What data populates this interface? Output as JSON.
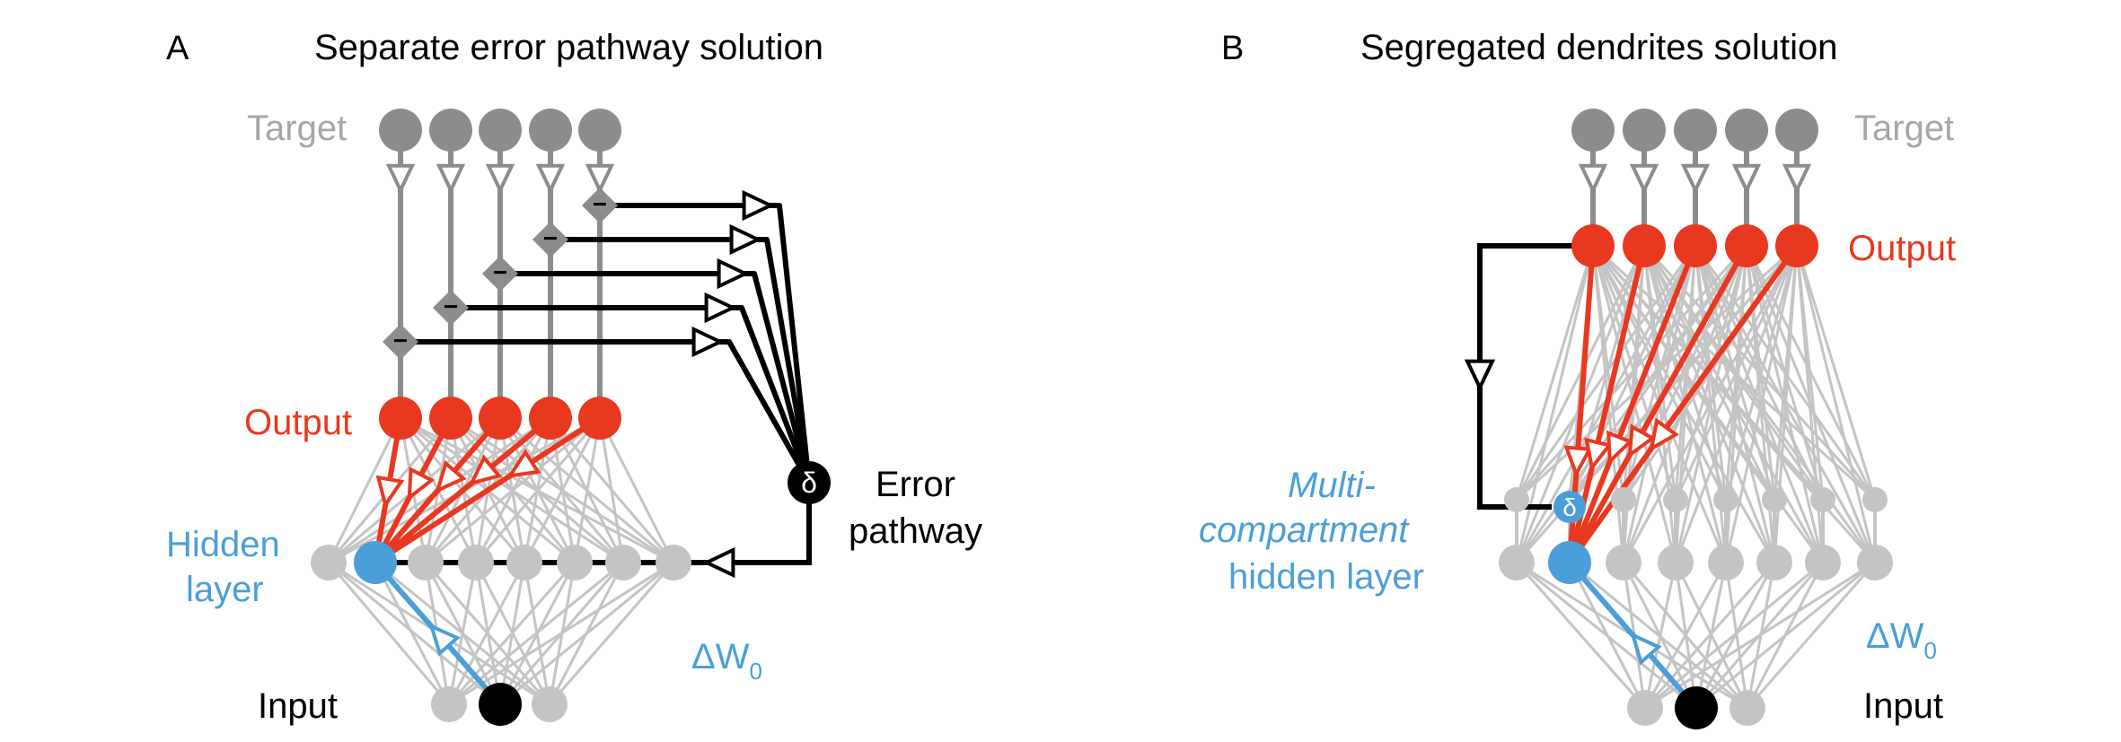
{
  "panel_a": {
    "letter": "A",
    "title": "Separate error pathway solution",
    "target": "Target",
    "output": "Output",
    "hidden_line1": "Hidden",
    "hidden_line2": "layer",
    "input": "Input",
    "delta_w": "ΔW",
    "delta_w_sub": "0",
    "error_line1": "Error",
    "error_line2": "pathway",
    "minus": "−",
    "delta": "δ"
  },
  "panel_b": {
    "letter": "B",
    "title": "Segregated dendrites solution",
    "target": "Target",
    "output": "Output",
    "hidden_line1": "Multi-",
    "hidden_line2": "compartment",
    "hidden_line3": "hidden layer",
    "input": "Input",
    "delta_w": "ΔW",
    "delta_w_sub": "0",
    "delta": "δ"
  },
  "colors": {
    "gray_node": "#8c8c8c",
    "light_node": "#c4c4c4",
    "red": "#e8381f",
    "blue": "#4a9fd8",
    "black": "#000000",
    "label_gray": "#a6a6a6"
  }
}
